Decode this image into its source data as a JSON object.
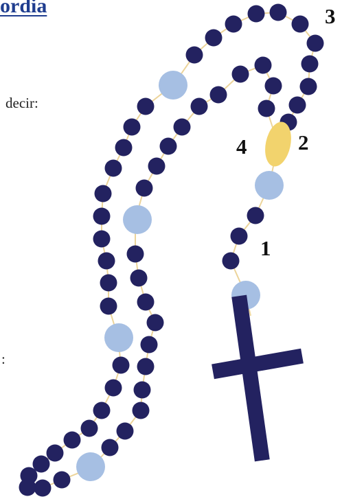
{
  "heading": {
    "title_fragment": "ordia"
  },
  "text_fragments": {
    "line1": "decir:",
    "line2": ":"
  },
  "step_numbers": {
    "n1": "1",
    "n2": "2",
    "n3": "3",
    "n4": "4"
  },
  "colors": {
    "title": "#1f3d8f",
    "small_bead": "#232260",
    "large_bead": "#a6bfe3",
    "center_medal": "#f2d36d",
    "cord": "#ecd49a",
    "cross": "#232260"
  },
  "icons": {
    "rosary": "rosary-icon",
    "cross": "cross-icon",
    "medal": "center-medal-icon"
  }
}
